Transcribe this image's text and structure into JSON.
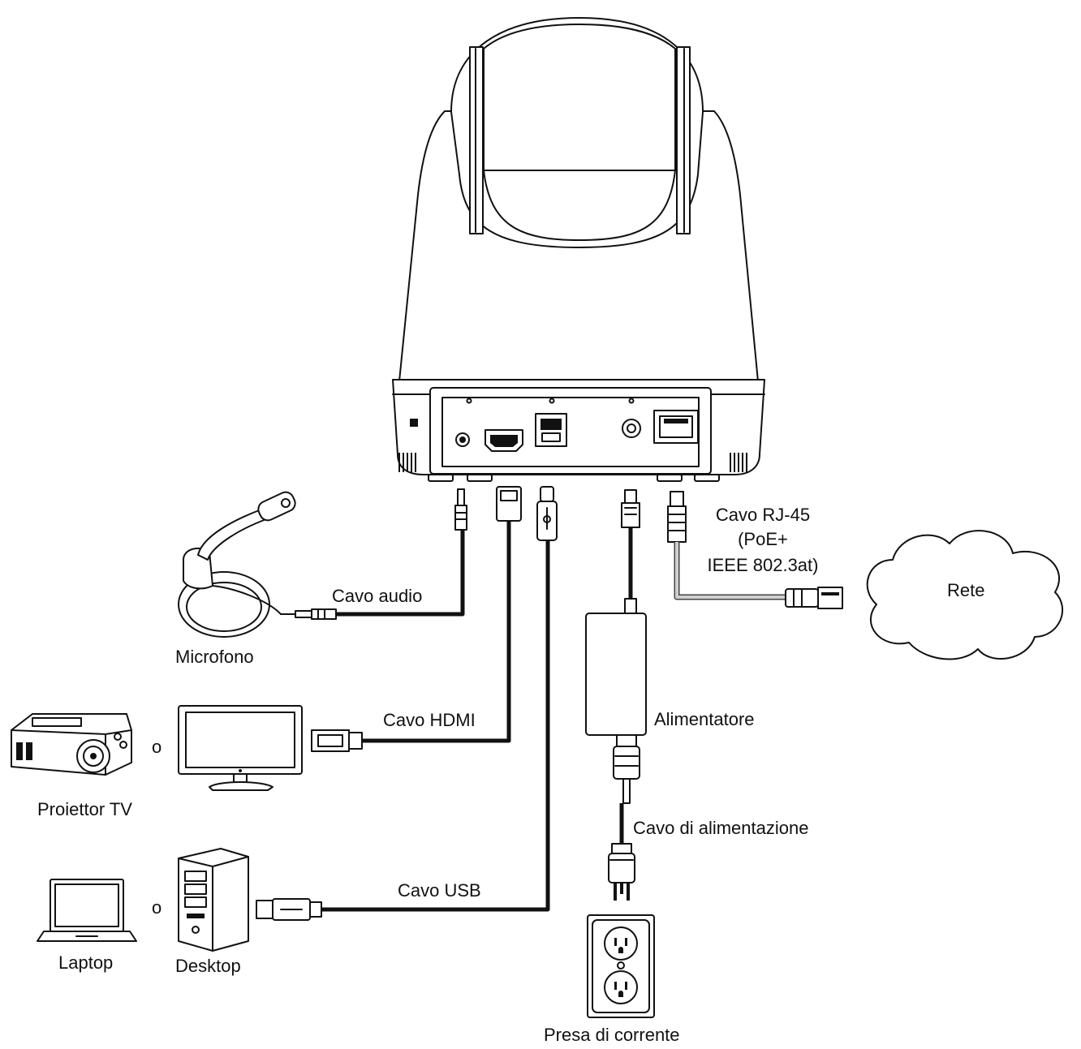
{
  "labels": {
    "microphone": "Microfono",
    "audio_cable": "Cavo audio",
    "hdmi_cable": "Cavo HDMI",
    "projector_tv": "Proiettor TV",
    "or_display": "o",
    "usb_cable": "Cavo USB",
    "laptop": "Laptop",
    "or_computer": "o",
    "desktop": "Desktop",
    "rj45_line1": "Cavo RJ-45",
    "rj45_line2": "(PoE+",
    "rj45_line3": "IEEE 802.3at)",
    "network": "Rete",
    "power_adapter": "Alimentatore",
    "power_cord": "Cavo di alimentazione",
    "power_outlet": "Presa di corrente"
  },
  "icons": [
    "ptz-camera-icon",
    "microphone-icon",
    "projector-icon",
    "monitor-icon",
    "laptop-icon",
    "desktop-tower-icon",
    "cloud-icon",
    "power-adapter-icon",
    "wall-outlet-icon",
    "hdmi-port-icon",
    "usb-port-icon",
    "rj45-port-icon"
  ],
  "colors": {
    "line": "#111111",
    "background": "#ffffff",
    "ethernet_cable": "#cfcfcf"
  }
}
